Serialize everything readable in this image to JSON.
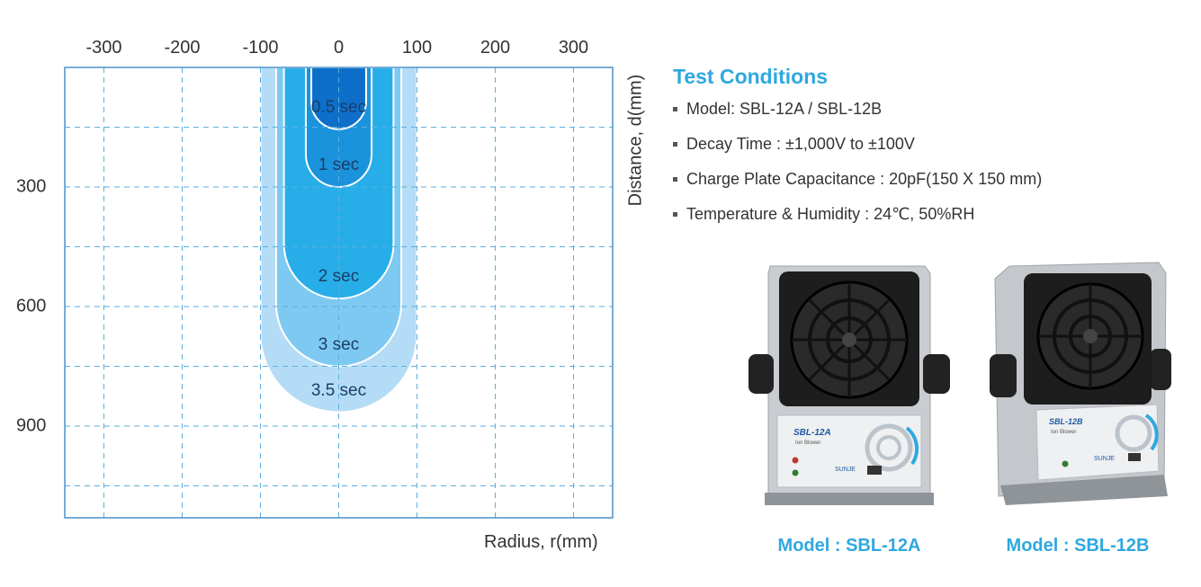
{
  "chart_data": {
    "type": "area",
    "title": "",
    "xlabel": "Radius, r(mm)",
    "ylabel": "Distance, d(mm)",
    "x_ticks": [
      "-300",
      "-200",
      "-100",
      "0",
      "100",
      "200",
      "300"
    ],
    "x_tick_values": [
      -300,
      -200,
      -100,
      0,
      100,
      200,
      300
    ],
    "y_ticks": [
      "300",
      "600",
      "900"
    ],
    "y_tick_values": [
      300,
      600,
      900
    ],
    "xlim": [
      -350,
      350
    ],
    "ylim": [
      0,
      1130
    ],
    "grid": true,
    "x_axis_position": "top",
    "y_axis_inverted": true,
    "series": [
      {
        "label": "3.5 sec",
        "half_width": 100,
        "depth": 865,
        "color": "#b5dcf6"
      },
      {
        "label": "3 sec",
        "half_width": 80,
        "depth": 750,
        "color": "#7ec9f1"
      },
      {
        "label": "2 sec",
        "half_width": 70,
        "depth": 580,
        "color": "#27aee9"
      },
      {
        "label": "1 sec",
        "half_width": 42,
        "depth": 300,
        "color": "#1a93dc"
      },
      {
        "label": "0.5 sec",
        "half_width": 35,
        "depth": 155,
        "color": "#0d6fc9"
      }
    ]
  },
  "test_conditions": {
    "title": "Test Conditions",
    "items": [
      "Model: SBL-12A / SBL-12B",
      "Decay Time : ±1,000V to ±100V",
      "Charge Plate Capacitance : 20pF(150 X 150 mm)",
      "Temperature & Humidity : 24℃, 50%RH"
    ]
  },
  "products": [
    {
      "model_label": "Model : SBL-12A",
      "brand": "SBL-12A",
      "subtitle": "Ion Blower",
      "maker": "SUNJE"
    },
    {
      "model_label": "Model : SBL-12B",
      "brand": "SBL-12B",
      "subtitle": "Ion Blower",
      "maker": "SUNJE"
    }
  ],
  "colors": {
    "accent": "#2fa8e0",
    "grid": "#5aaee0",
    "frame": "#4a90c8"
  }
}
